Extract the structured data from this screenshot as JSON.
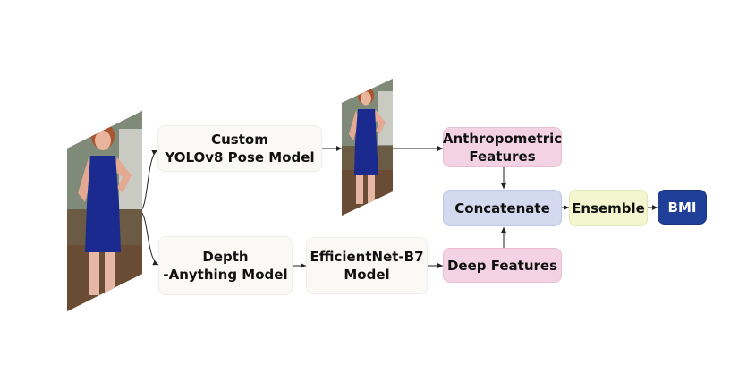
{
  "colors": {
    "neutral_box": "#faf9f6",
    "feature_box": "#f3d3e3",
    "concat_box": "#d3d9ef",
    "ensemble_box": "#f3f6cf",
    "output_box": "#1f3f99",
    "dress": "#1b2a8f"
  },
  "nodes": {
    "yolo": "Custom\nYOLOv8 Pose Model",
    "depth": "Depth\n-Anything Model",
    "efficientnet": "EfficientNet-B7\nModel",
    "anthropometric": "Anthropometric\nFeatures",
    "deep_features": "Deep Features",
    "concatenate": "Concatenate",
    "ensemble": "Ensemble",
    "bmi": "BMI"
  },
  "images": {
    "input_photo": "person-photo-input",
    "pose_photo": "person-photo-pose"
  }
}
